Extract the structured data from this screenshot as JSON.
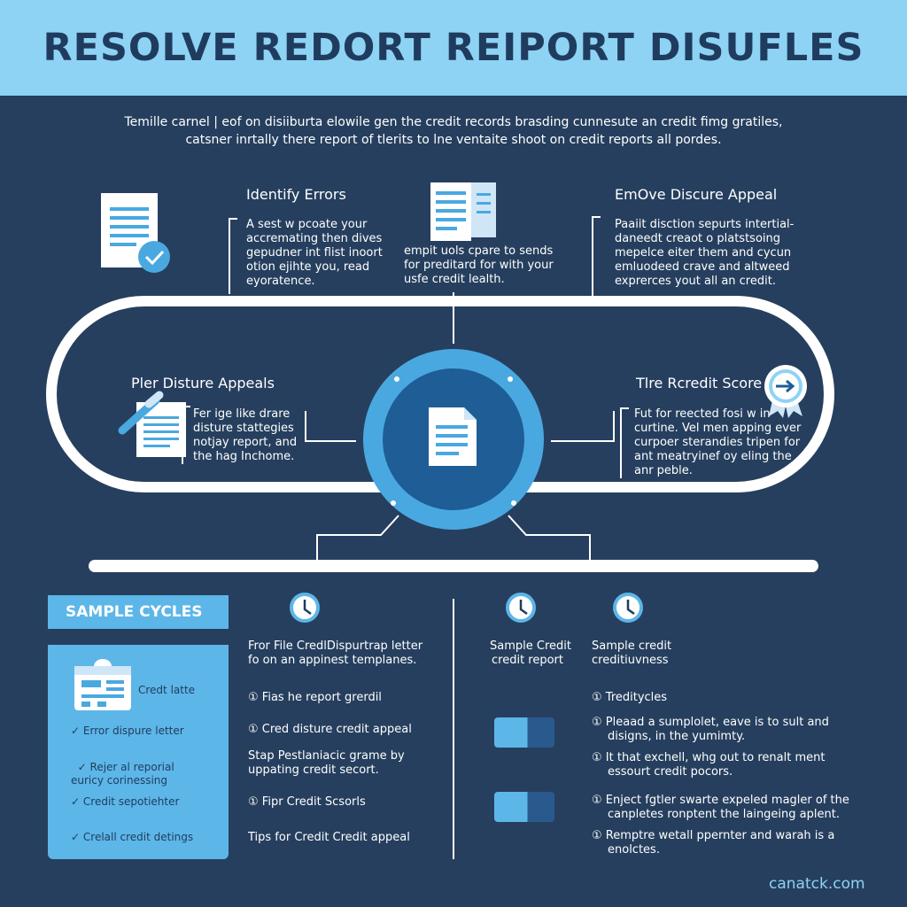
{
  "header": {
    "title": "RESOLVE REDORT REIPORT DISUFLES"
  },
  "intro": {
    "line1": "Temille carnel | eof on disiiburta elowile gen the credit records brasding cunnesute an credit fimg gratiles,",
    "line2": "catsner inrtally there report of tlerits to lne ventaite shoot on credit reports all pordes."
  },
  "steps": {
    "identify": {
      "title": "Identify Errors",
      "lines": [
        "A sest w pcoate your",
        "accremating then dives",
        "gepudner int flist inoort",
        "otion ejihte you, read",
        "eyoratence."
      ]
    },
    "middle": {
      "lines": [
        "empit uols cpare to sends",
        "for preditard for with your",
        "usfe credit lealth."
      ]
    },
    "remove": {
      "title": "EmOve Discure Appeal",
      "lines": [
        "Paaiit disction sepurts intertial-",
        "daneedt creaot o platstsoing",
        "mepelce eiter them and cycun",
        "emluodeed crave and altweed",
        "exprerces yout all an credit."
      ]
    },
    "appeals": {
      "title": "Pler Disture Appeals",
      "lines": [
        "Fer ige like drare",
        "disture stattegies",
        "notjay report, and",
        "the hag Inchome."
      ]
    },
    "score": {
      "title": "Tlre Rcredit Score",
      "lines": [
        "Fut for reected fosi w in",
        "curtine. Vel men apping ever",
        "curpoer sterandies tripen for",
        "ant meatryinef oy eling the",
        "anr peble."
      ]
    }
  },
  "sample": {
    "header": "SAMPLE CYCLES",
    "card_label": "Credt latte",
    "items": [
      {
        "check": "✓",
        "text": "Error dispure letter"
      },
      {
        "check": "✓",
        "text": "Rejer al reporial\neuricy corinessing"
      },
      {
        "check": "✓",
        "text": "Credit sepotiehter"
      },
      {
        "check": "✓",
        "text": "Crelall credit detings"
      }
    ]
  },
  "bottom_mid": {
    "heading1": "Fror File CredlDispurtrap letter",
    "heading2": "fo on an appinest templanes.",
    "items": [
      {
        "icon": "①",
        "text": "Fias he report grerdil"
      },
      {
        "icon": "①",
        "text": "Cred disture credit appeal"
      },
      {
        "icon": "",
        "text": "Stap Pestlaniacic grame by"
      },
      {
        "icon": "",
        "text": "uppating credit secort."
      },
      {
        "icon": "①",
        "text": "Fipr Credit Scsorls"
      },
      {
        "icon": "",
        "text": "Tips for Credit Credit appeal"
      }
    ]
  },
  "bottom_right": {
    "col1": {
      "line1": "Sample Credit",
      "line2": "credit report"
    },
    "col2": {
      "line1": "Sample credit",
      "line2": "creditiuvness"
    },
    "items": [
      {
        "icon": "①",
        "lines": [
          "Treditycles"
        ]
      },
      {
        "icon": "①",
        "lines": [
          "Pleaad a sumplolet, eave is to sult and",
          "disigns, in the yumimty."
        ]
      },
      {
        "icon": "①",
        "lines": [
          "It that exchell, whg out to renalt ment",
          "essourt credit pocors."
        ]
      },
      {
        "icon": "①",
        "lines": [
          "Enject fgtler swarte expeled magler of the",
          "canpletes ronptent the laingeing aplent."
        ]
      },
      {
        "icon": "①",
        "lines": [
          "Remptre wetall ppernter and warah is a",
          "enolctes."
        ]
      }
    ]
  },
  "footer": {
    "brand": "canatck.com"
  },
  "colors": {
    "background": "#263f5e",
    "banner": "#8ed3f4",
    "accent": "#4aa8e0",
    "dark_accent": "#1f5d96"
  }
}
